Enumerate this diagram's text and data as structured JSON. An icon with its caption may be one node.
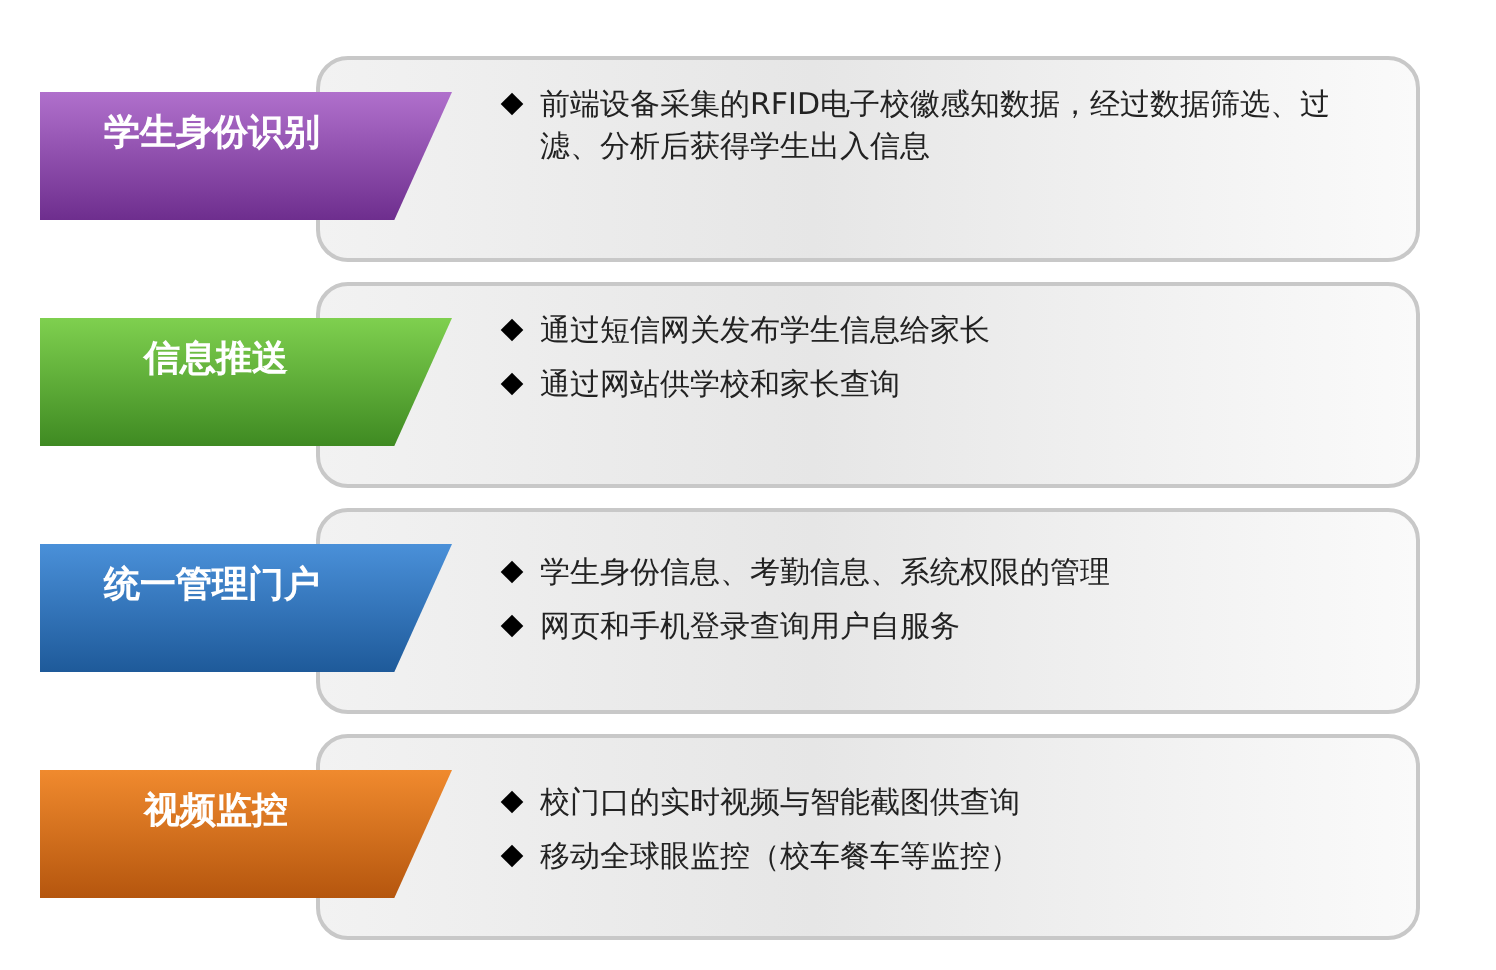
{
  "diagram": {
    "nodes": [
      {
        "text": [
          "学生身份识别"
        ]
      },
      {
        "text": [
          "前端设备采集的RFID电子校徽感知数据，经过数据筛选、过滤、分析后获得学生出入信息"
        ]
      },
      {
        "text": [
          "信息推送"
        ]
      },
      {
        "text": [
          "通过短信网关发布学生信息给家长",
          "通过网站供学校和家长查询"
        ]
      },
      {
        "text": [
          "统一管理门户"
        ]
      },
      {
        "text": [
          "学生身份信息、考勤信息、系统权限的管理",
          "网页和手机登录查询用户自服务"
        ]
      },
      {
        "text": [
          "视频监控"
        ]
      },
      {
        "text": [
          "校门口的实时视频与智能截图供查询",
          "移动全球眼监控（校车餐车等监控）"
        ]
      }
    ]
  }
}
